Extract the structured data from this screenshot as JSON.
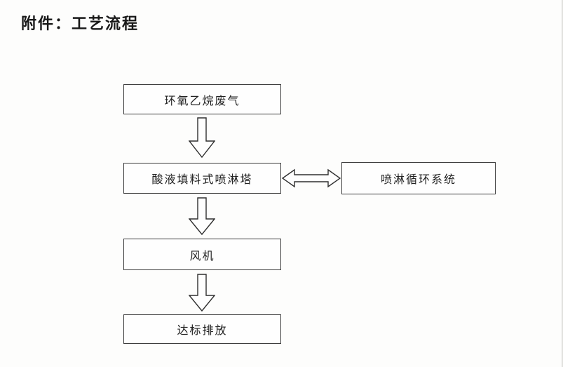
{
  "page": {
    "title": "附件：工艺流程"
  },
  "diagram": {
    "nodes": [
      {
        "id": "waste-gas",
        "label": "环氧乙烷废气"
      },
      {
        "id": "spray-tower",
        "label": "酸液填料式喷淋塔"
      },
      {
        "id": "circulation-system",
        "label": "喷淋循环系统"
      },
      {
        "id": "fan",
        "label": "风机"
      },
      {
        "id": "discharge",
        "label": "达标排放"
      }
    ],
    "connections": [
      {
        "from": "waste-gas",
        "to": "spray-tower",
        "type": "block-arrow-down"
      },
      {
        "from": "spray-tower",
        "to": "circulation-system",
        "type": "block-arrow-double-horizontal"
      },
      {
        "from": "spray-tower",
        "to": "fan",
        "type": "block-arrow-down"
      },
      {
        "from": "fan",
        "to": "discharge",
        "type": "block-arrow-down"
      }
    ],
    "colors": {
      "box_border": "#3d3d3d",
      "box_fill": "#fefefe",
      "arrow_outline": "#2e2e2e",
      "text": "#222222"
    }
  }
}
